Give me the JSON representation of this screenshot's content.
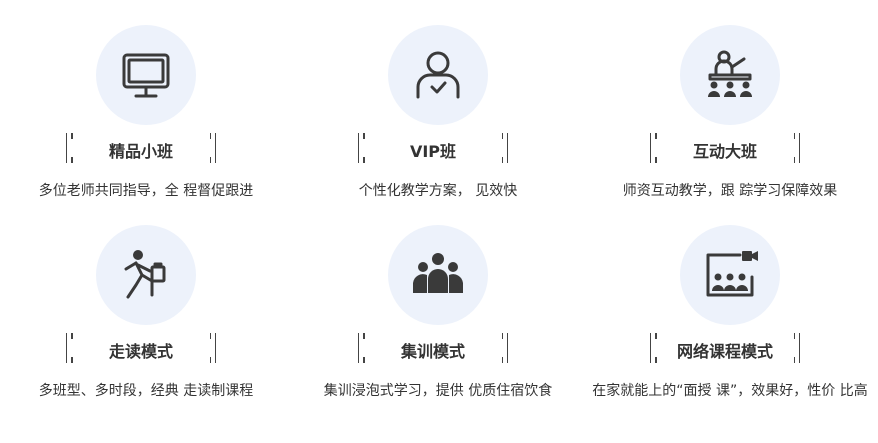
{
  "features": [
    {
      "title": "精品小班",
      "desc": "多位老师共同指导，全 程督促跟进",
      "icon": "monitor-icon"
    },
    {
      "title": "VIP班",
      "desc": "个性化教学方案， 见效快",
      "icon": "user-check-icon"
    },
    {
      "title": "互动大班",
      "desc": "师资互动教学，跟 踪学习保障效果",
      "icon": "classroom-icon"
    },
    {
      "title": "走读模式",
      "desc": "多班型、多时段，经典 走读制课程",
      "icon": "running-person-icon"
    },
    {
      "title": "集训模式",
      "desc": "集训浸泡式学习，提供 优质住宿饮食",
      "icon": "group-people-icon"
    },
    {
      "title": "网络课程模式",
      "desc": "在家就能上的“面授 课”，效果好，性价 比高",
      "icon": "video-conference-icon"
    }
  ],
  "colors": {
    "circle_bg": "#edf2fb",
    "icon": "#3a3a3a",
    "text": "#333333"
  }
}
